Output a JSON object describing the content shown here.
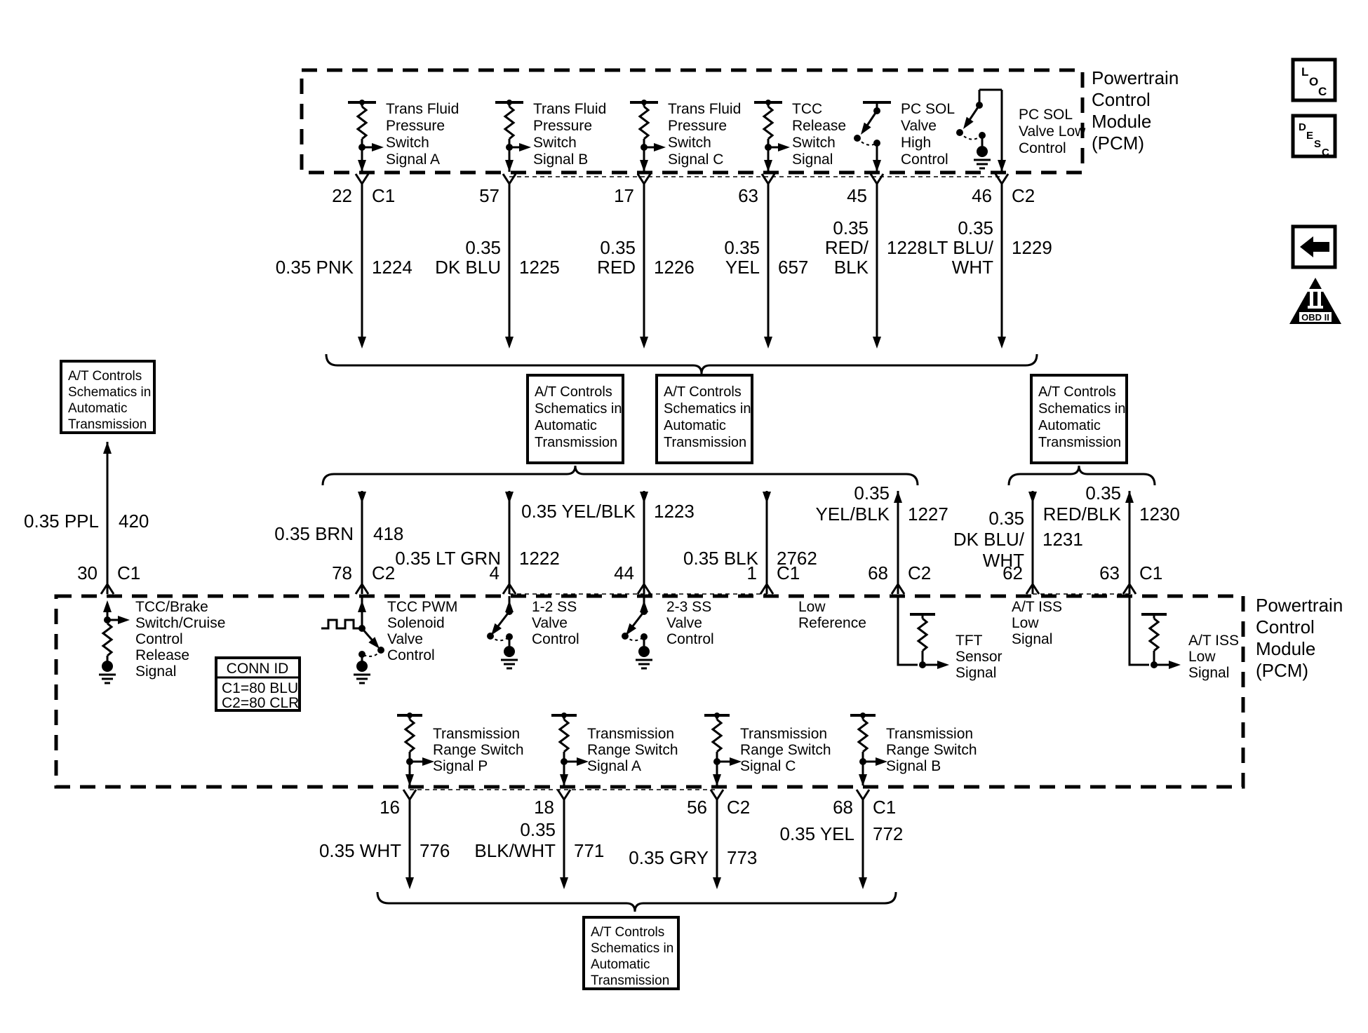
{
  "colors": {
    "ink": "#000000",
    "paper": "#ffffff"
  },
  "pcm_top": {
    "title": [
      "Powertrain",
      "Control",
      "Module",
      "(PCM)"
    ]
  },
  "pcm_bottom": {
    "title": [
      "Powertrain",
      "Control",
      "Module",
      "(PCM)"
    ]
  },
  "ref_box": [
    "A/T Controls",
    "Schematics in",
    "Automatic",
    "Transmission"
  ],
  "conn_id": {
    "title": "CONN ID",
    "row1": "C1=80 BLU",
    "row2": "C2=80 CLR"
  },
  "icons": {
    "loc": [
      "L",
      "O",
      "C"
    ],
    "desc": [
      "D",
      "E",
      "S",
      "C"
    ],
    "back": "back-arrow",
    "obd": "OBD II"
  },
  "top": {
    "components": [
      {
        "pin": "22",
        "conn": "C1",
        "label": [
          "Trans Fluid",
          "Pressure",
          "Switch",
          "Signal A"
        ],
        "wire": [
          "0.35 PNK"
        ],
        "num": "1224"
      },
      {
        "pin": "57",
        "label": [
          "Trans Fluid",
          "Pressure",
          "Switch",
          "Signal B"
        ],
        "wire": [
          "0.35",
          "DK BLU"
        ],
        "num": "1225"
      },
      {
        "pin": "17",
        "label": [
          "Trans Fluid",
          "Pressure",
          "Switch",
          "Signal C"
        ],
        "wire": [
          "0.35",
          "RED"
        ],
        "num": "1226"
      },
      {
        "pin": "63",
        "label": [
          "TCC",
          "Release",
          "Switch",
          "Signal"
        ],
        "wire": [
          "0.35",
          "YEL"
        ],
        "num": "657"
      },
      {
        "pin": "45",
        "label": [
          "PC SOL",
          "Valve",
          "High",
          "Control"
        ],
        "wire": [
          "0.35",
          "RED/",
          "BLK"
        ],
        "num": "1228"
      },
      {
        "pin": "46",
        "conn": "C2",
        "label": [
          "PC SOL",
          "Valve Low",
          "Control"
        ],
        "wire": [
          "0.35",
          "LT BLU/",
          "WHT"
        ],
        "num": "1229"
      }
    ]
  },
  "mid": {
    "wires": [
      {
        "pin": "30",
        "conn": "C1",
        "wire": [
          "0.35 PPL"
        ],
        "num": "420"
      },
      {
        "pin": "78",
        "conn": "C2",
        "wire": [
          "0.35 BRN"
        ],
        "num": "418"
      },
      {
        "pin": "4",
        "wire": [
          "0.35 LT GRN"
        ],
        "num": "1222"
      },
      {
        "pin": "44",
        "wire": [
          "0.35 YEL/BLK"
        ],
        "num": "1223"
      },
      {
        "pin": "1",
        "conn": "C1",
        "wire": [
          "0.35 BLK"
        ],
        "num": "2762"
      },
      {
        "pin": "68",
        "conn": "C2",
        "wire": [
          "0.35",
          "YEL/BLK"
        ],
        "num": "1227"
      },
      {
        "pin": "62",
        "wire": [
          "0.35",
          "DK BLU/",
          "WHT"
        ],
        "num": "1231"
      },
      {
        "pin": "63",
        "conn": "C1",
        "wire": [
          "0.35",
          "RED/BLK"
        ],
        "num": "1230"
      }
    ]
  },
  "lower": {
    "tcc_brake": [
      "TCC/Brake",
      "Switch/Cruise",
      "Control",
      "Release",
      "Signal"
    ],
    "tcc_pwm": [
      "TCC PWM",
      "Solenoid",
      "Valve",
      "Control"
    ],
    "ss12": [
      "1-2 SS",
      "Valve",
      "Control"
    ],
    "ss23": [
      "2-3 SS",
      "Valve",
      "Control"
    ],
    "low_ref": [
      "Low",
      "Reference"
    ],
    "tft": [
      "TFT",
      "Sensor",
      "Signal"
    ],
    "iss1": [
      "A/T ISS",
      "Low",
      "Signal"
    ],
    "iss2": [
      "A/T ISS",
      "Low",
      "Signal"
    ]
  },
  "bottom": {
    "components": [
      {
        "pin": "16",
        "label": [
          "Transmission",
          "Range Switch",
          "Signal P"
        ],
        "wire": [
          "0.35 WHT"
        ],
        "num": "776"
      },
      {
        "pin": "18",
        "label": [
          "Transmission",
          "Range Switch",
          "Signal A"
        ],
        "wire": [
          "0.35",
          "BLK/WHT"
        ],
        "num": "771"
      },
      {
        "pin": "56",
        "conn": "C2",
        "label": [
          "Transmission",
          "Range Switch",
          "Signal C"
        ],
        "wire": [
          "0.35 GRY"
        ],
        "num": "773"
      },
      {
        "pin": "68",
        "conn": "C1",
        "label": [
          "Transmission",
          "Range Switch",
          "Signal B"
        ],
        "wire": [
          "0.35 YEL"
        ],
        "num": "772"
      }
    ]
  }
}
